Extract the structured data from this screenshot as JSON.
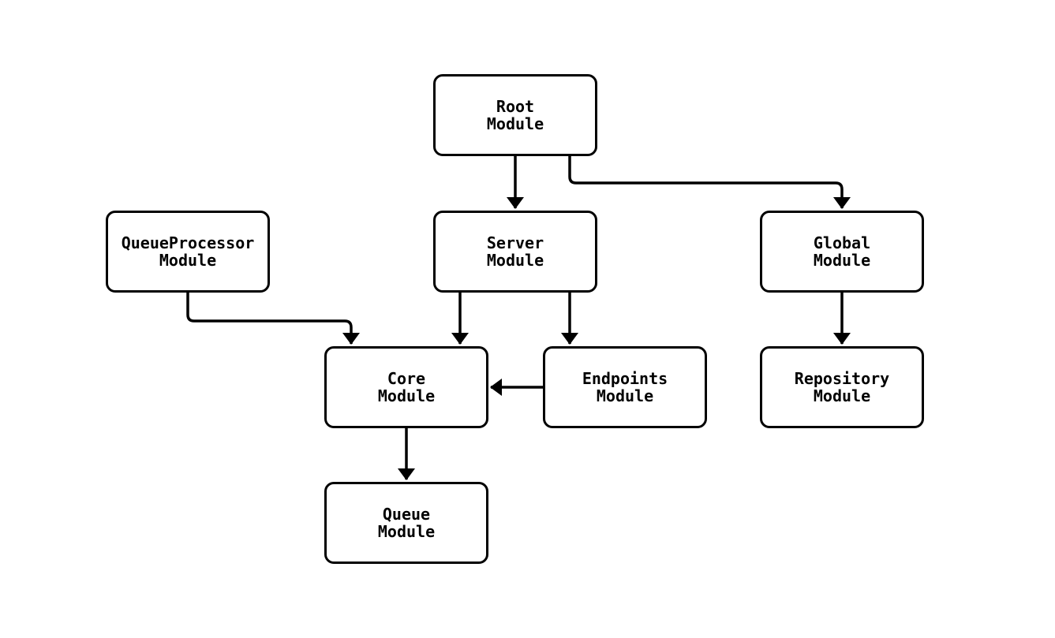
{
  "diagram": {
    "type": "module-dependency-graph",
    "background_color": "#ffffff",
    "stroke_color": "#000000",
    "nodes": [
      {
        "id": "root",
        "label": "Root\nModule"
      },
      {
        "id": "queueprocessor",
        "label": "QueueProcessor\nModule"
      },
      {
        "id": "server",
        "label": "Server\nModule"
      },
      {
        "id": "global",
        "label": "Global\nModule"
      },
      {
        "id": "core",
        "label": "Core\nModule"
      },
      {
        "id": "endpoints",
        "label": "Endpoints\nModule"
      },
      {
        "id": "repository",
        "label": "Repository\nModule"
      },
      {
        "id": "queue",
        "label": "Queue\nModule"
      }
    ],
    "edges": [
      {
        "from": "root",
        "to": "server"
      },
      {
        "from": "root",
        "to": "global"
      },
      {
        "from": "queueprocessor",
        "to": "core"
      },
      {
        "from": "server",
        "to": "core"
      },
      {
        "from": "server",
        "to": "endpoints"
      },
      {
        "from": "endpoints",
        "to": "core"
      },
      {
        "from": "global",
        "to": "repository"
      },
      {
        "from": "core",
        "to": "queue"
      }
    ]
  }
}
